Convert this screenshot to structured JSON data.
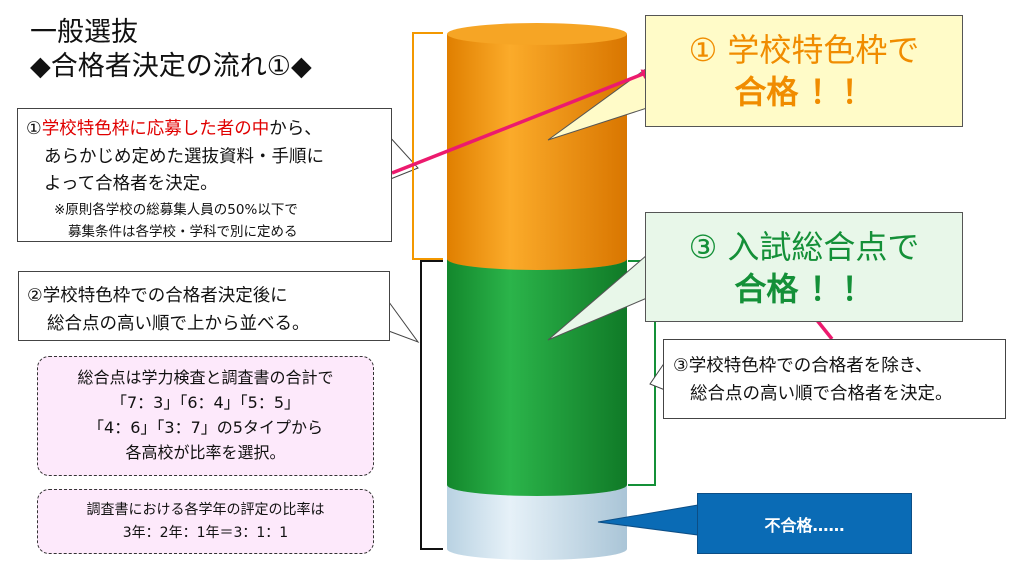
{
  "title": {
    "line1": "一般選抜",
    "line2": "◆合格者決定の流れ①◆"
  },
  "callout1": {
    "line1_prefix": "①",
    "line1_red": "学校特色枠に応募した者の中",
    "line1_suffix": "から、",
    "line2": "あらかじめ定めた選抜資料・手順に",
    "line3": "よって合格者を決定。",
    "note1": "※原則各学校の総募集人員の50%以下で",
    "note2": "募集条件は各学校・学科で別に定める"
  },
  "callout2": {
    "line1": "②学校特色枠での合格者決定後に",
    "line2": "総合点の高い順で上から並べる。"
  },
  "note_ratio": {
    "line1": "総合点は学力検査と調査書の合計で",
    "line2": "「7：3」「6：4」「5：5」",
    "line3": "「4：6」「3：7」の5タイプから",
    "line4": "各高校が比率を選択。"
  },
  "note_grade": {
    "line1": "調査書における各学年の評定の比率は",
    "line2": "3年：2年：1年＝3：1：1"
  },
  "banner1": {
    "line1": "① 学校特色枠で",
    "line2": "合格 ！！"
  },
  "banner3": {
    "line1": "③ 入試総合点で",
    "line2": "合格 ！！"
  },
  "callout3": {
    "line1": "③学校特色枠での合格者を除き、",
    "line2": "総合点の高い順で合格者を決定。"
  },
  "fail": {
    "label": "不合格……"
  },
  "colors": {
    "orange": "#f39800",
    "green": "#1ca13a",
    "light_blue": "#d5e8f4",
    "red_text": "#e00000",
    "pink_arrow": "#ec1a6e",
    "fail_blue": "#0a6bb5"
  }
}
